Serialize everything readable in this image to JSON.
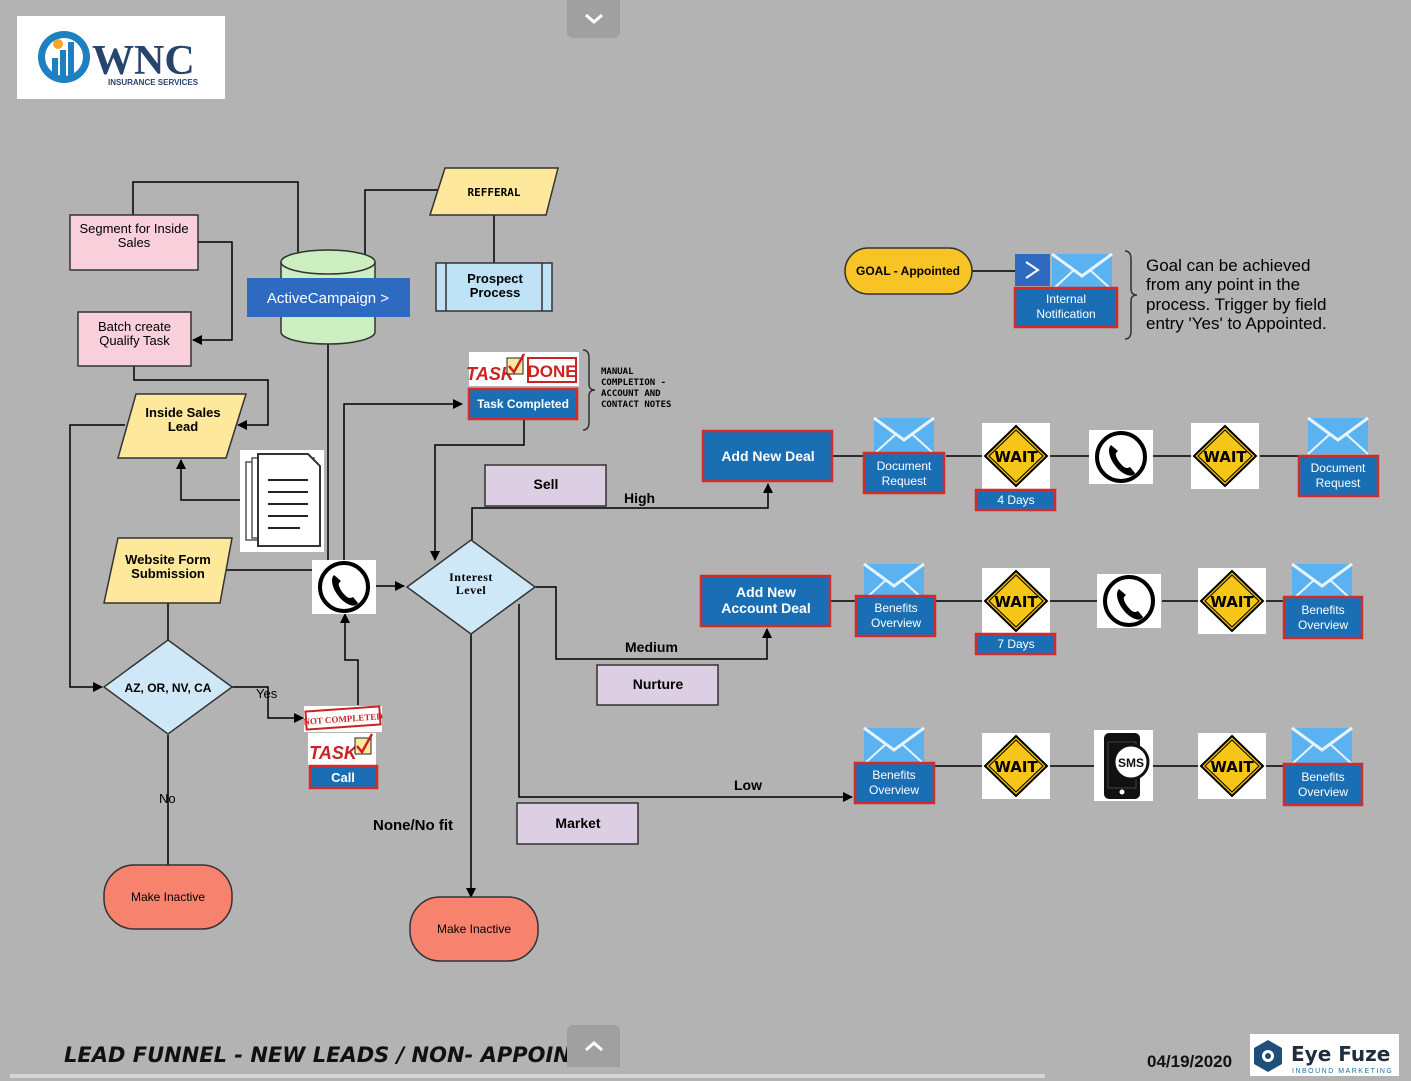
{
  "logo": {
    "name": "WNC",
    "tagline": "INSURANCE SERVICES"
  },
  "footer": {
    "title": "LEAD FUNNEL - NEW LEADS / NON- APPOINTED",
    "date": "04/19/2020",
    "brand": "Eye Fuze",
    "brand_sub": "INBOUND MARKETING"
  },
  "nodes": {
    "segment": "Segment for Inside Sales",
    "batch": "Batch create Qualify Task",
    "inside_sales_lead": "Inside Sales Lead",
    "website_form": "Website Form Submission",
    "active_campaign": "ActiveCampaign >",
    "refferal": "REFFERAL",
    "prospect": "Prospect Process",
    "task_completed": "Task Completed",
    "manual_note": [
      "MANUAL",
      "COMPLETION -",
      "ACCOUNT AND",
      "CONTACT NOTES"
    ],
    "sell": "Sell",
    "nurture": "Nurture",
    "market": "Market",
    "interest_level": [
      "Interest",
      "Level"
    ],
    "state_decision": "AZ, OR, NV, CA",
    "yes": "Yes",
    "no": "No",
    "call": "Call",
    "not_completed": "NOT COMPLETED",
    "task": "TASK",
    "done": "DONE",
    "make_inactive_1": "Make Inactive",
    "make_inactive_2": "Make Inactive",
    "none_no_fit": "None/No fit",
    "high": "High",
    "medium": "Medium",
    "low": "Low",
    "add_new_deal": "Add New  Deal",
    "add_new_account_deal": [
      "Add New",
      "Account Deal"
    ],
    "goal": "GOAL - Appointed",
    "internal_notification": [
      "Internal",
      "Notification"
    ],
    "goal_note": [
      "Goal can be achieved",
      "from any point in the",
      "process. Trigger by field",
      "entry 'Yes' to Appointed."
    ]
  },
  "rows": {
    "high": {
      "first": [
        "Document",
        "Request"
      ],
      "wait_label": "4 Days",
      "last": [
        "Document",
        "Request"
      ]
    },
    "medium": {
      "first": [
        "Benefits",
        "Overview"
      ],
      "wait_label": "7 Days",
      "last": [
        "Benefits",
        "Overview"
      ]
    },
    "low": {
      "first": [
        "Benefits",
        "Overview"
      ],
      "sms": "SMS",
      "last": [
        "Benefits",
        "Overview"
      ]
    }
  },
  "wait_text": "WAIT",
  "colors": {
    "background": "#b3b3b3",
    "pink": "#f8d0dc",
    "yellow": "#fde89b",
    "light_blue": "#cfe8f7",
    "lavender": "#dccfe3",
    "salmon": "#f7836f",
    "deal_blue": "#1a6fb4",
    "red_border": "#d12b2b",
    "goal_yellow": "#f7c325",
    "ac_blue": "#2f6ac1",
    "db_green": "#cdeec1",
    "prospect_blue": "#bfe2f7"
  },
  "icons": [
    "chevron-down-icon",
    "chevron-up-icon",
    "phone-icon",
    "envelope-icon",
    "wait-sign-icon",
    "document-icon",
    "sms-phone-icon",
    "database-icon"
  ]
}
